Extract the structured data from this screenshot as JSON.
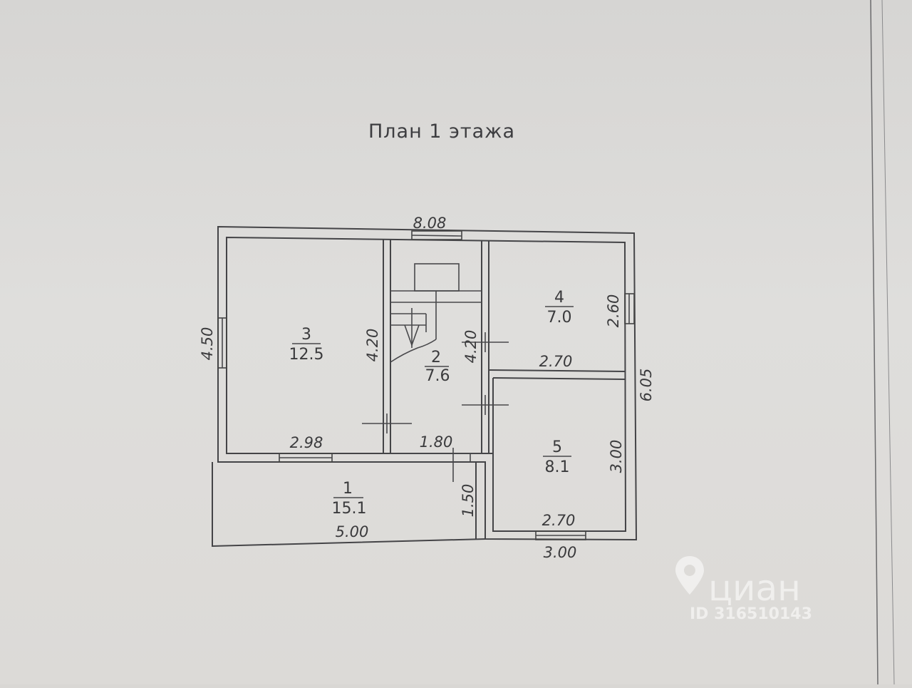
{
  "title": "План 1 этажа",
  "dimensions": {
    "top_width": "8.08",
    "left_height": "4.50",
    "room3_right": "4.20",
    "stair_right": "4.20",
    "room4_right": "2.60",
    "room4_bottom": "2.70",
    "overall_right": "6.05",
    "room3_bottom": "2.98",
    "corridor_bottom": "1.80",
    "porch_right": "1.50",
    "porch_bottom": "5.00",
    "room5_right": "3.00",
    "room5_bottom": "2.70",
    "right_block_width": "3.00"
  },
  "rooms": [
    {
      "number": "1",
      "area": "15.1"
    },
    {
      "number": "2",
      "area": "7.6"
    },
    {
      "number": "3",
      "area": "12.5"
    },
    {
      "number": "4",
      "area": "7.0"
    },
    {
      "number": "5",
      "area": "8.1"
    }
  ],
  "watermark": {
    "brand": "циан",
    "id": "ID 316510143",
    "icon": "location-pin-icon"
  },
  "colors": {
    "paper": "#dcdad7",
    "ink": "#3a3a3c",
    "watermark": "#ffffff"
  }
}
